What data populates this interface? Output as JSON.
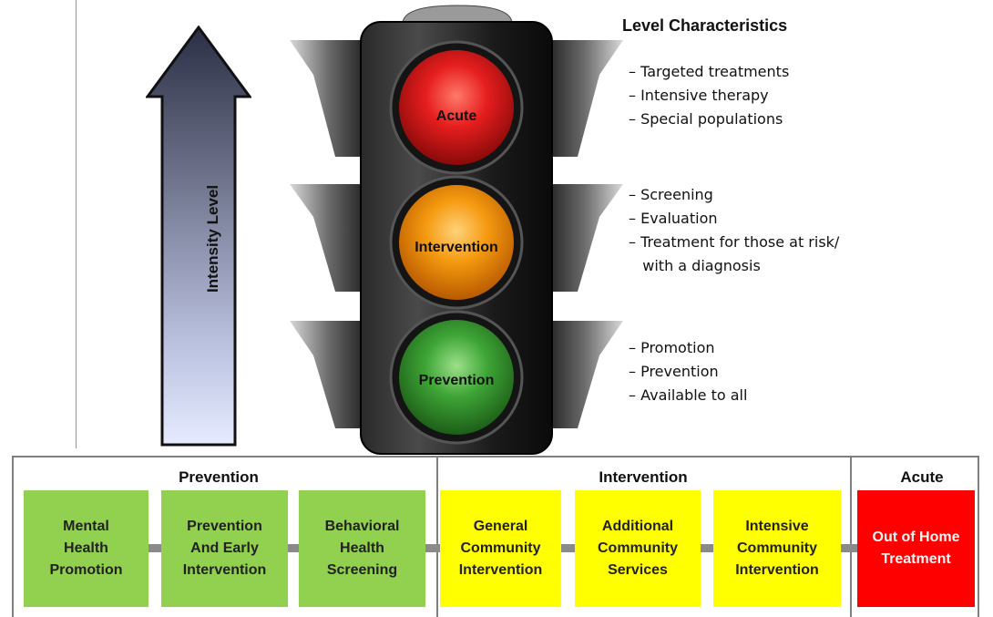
{
  "arrow": {
    "label": "Intensity Level"
  },
  "traffic_light": {
    "lamps": [
      {
        "label": "Acute",
        "color": "#e01b1b"
      },
      {
        "label": "Intervention",
        "color": "#f39a14"
      },
      {
        "label": "Prevention",
        "color": "#3fa23a"
      }
    ]
  },
  "characteristics": {
    "title": "Level Characteristics",
    "acute": [
      "– Targeted treatments",
      "– Intensive therapy",
      " – Special populations"
    ],
    "intervention": [
      "– Screening",
      "– Evaluation",
      "– Treatment for those at risk/",
      "   with a diagnosis"
    ],
    "prevention": [
      "– Promotion",
      "– Prevention",
      "– Available to all"
    ]
  },
  "continuum": {
    "sections": [
      "Prevention",
      "Intervention",
      "Acute"
    ],
    "boxes": [
      {
        "label": "Mental\nHealth\nPromotion",
        "color": "#92d050"
      },
      {
        "label": "Prevention\nAnd Early\nIntervention",
        "color": "#92d050"
      },
      {
        "label": "Behavioral\nHealth\nScreening",
        "color": "#92d050"
      },
      {
        "label": "General\nCommunity\nIntervention",
        "color": "#ffff00"
      },
      {
        "label": "Additional\nCommunity\nServices",
        "color": "#ffff00"
      },
      {
        "label": "Intensive\nCommunity\nIntervention",
        "color": "#ffff00"
      },
      {
        "label": "Out of Home\nTreatment",
        "color": "#ff0000"
      }
    ]
  }
}
